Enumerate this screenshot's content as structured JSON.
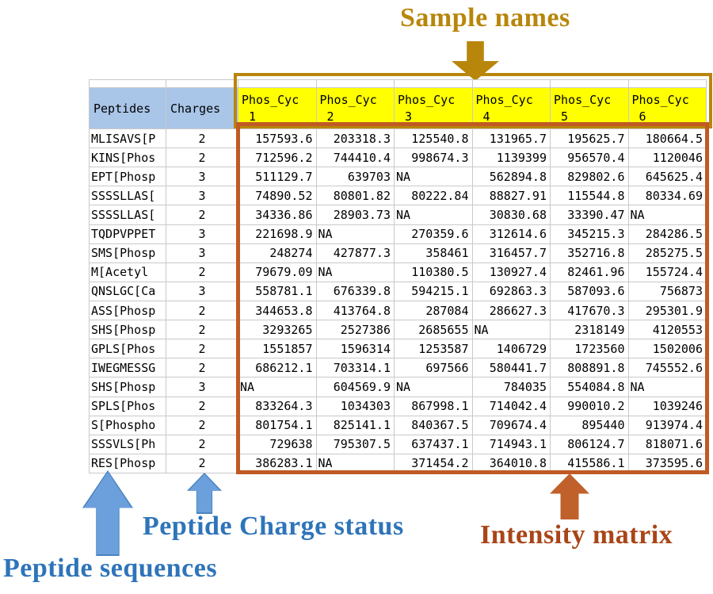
{
  "annotations": {
    "sample_names": {
      "label": "Sample names"
    },
    "peptide_charge_status": {
      "label": "Peptide Charge status"
    },
    "peptide_sequences": {
      "label": "Peptide sequences"
    },
    "intensity_matrix": {
      "label": "Intensity matrix"
    }
  },
  "colors": {
    "gold": "#B8860B",
    "blue_text": "#2E74B9",
    "blue_arrow_fill": "#6CA0DC",
    "blue_arrow_edge": "#4A84C0",
    "orange_box": "#C05A24",
    "orange_arrow": "#C0612B",
    "intensity_text": "#A94518",
    "sample_header_bg": "#FFFF00",
    "row_header_bg": "#A9C6E8",
    "grid_line": "#C9C9C9"
  },
  "table": {
    "row_header_columns": [
      "Peptides",
      "Charges"
    ],
    "sample_columns": [
      "Phos_Cyc\n_1",
      "Phos_Cyc\n_2",
      "Phos_Cyc\n_3",
      "Phos_Cyc\n_4",
      "Phos_Cyc\n_5",
      "Phos_Cyc\n_6"
    ],
    "rows": [
      {
        "peptide": "MLISAVS[P",
        "charge": "2",
        "values": [
          "157593.6",
          "203318.3",
          "125540.8",
          "131965.7",
          "195625.7",
          "180664.5"
        ]
      },
      {
        "peptide": "KINS[Phos",
        "charge": "2",
        "values": [
          "712596.2",
          "744410.4",
          "998674.3",
          "1139399",
          "956570.4",
          "1120046"
        ]
      },
      {
        "peptide": "EPT[Phosp",
        "charge": "3",
        "values": [
          "511129.7",
          "639703",
          "NA",
          "562894.8",
          "829802.6",
          "645625.4"
        ]
      },
      {
        "peptide": "SSSSLLAS[",
        "charge": "3",
        "values": [
          "74890.52",
          "80801.82",
          "80222.84",
          "88827.91",
          "115544.8",
          "80334.69"
        ]
      },
      {
        "peptide": "SSSSLLAS[",
        "charge": "2",
        "values": [
          "34336.86",
          "28903.73",
          "NA",
          "30830.68",
          "33390.47",
          "NA"
        ]
      },
      {
        "peptide": "TQDPVPPET",
        "charge": "3",
        "values": [
          "221698.9",
          "NA",
          "270359.6",
          "312614.6",
          "345215.3",
          "284286.5"
        ]
      },
      {
        "peptide": "SMS[Phosp",
        "charge": "3",
        "values": [
          "248274",
          "427877.3",
          "358461",
          "316457.7",
          "352716.8",
          "285275.5"
        ]
      },
      {
        "peptide": "M[Acetyl",
        "charge": "2",
        "values": [
          "79679.09",
          "NA",
          "110380.5",
          "130927.4",
          "82461.96",
          "155724.4"
        ]
      },
      {
        "peptide": "QNSLGC[Ca",
        "charge": "3",
        "values": [
          "558781.1",
          "676339.8",
          "594215.1",
          "692863.3",
          "587093.6",
          "756873"
        ]
      },
      {
        "peptide": "ASS[Phosp",
        "charge": "2",
        "values": [
          "344653.8",
          "413764.8",
          "287084",
          "286627.3",
          "417670.3",
          "295301.9"
        ]
      },
      {
        "peptide": "SHS[Phosp",
        "charge": "2",
        "values": [
          "3293265",
          "2527386",
          "2685655",
          "NA",
          "2318149",
          "4120553"
        ]
      },
      {
        "peptide": "GPLS[Phos",
        "charge": "2",
        "values": [
          "1551857",
          "1596314",
          "1253587",
          "1406729",
          "1723560",
          "1502006"
        ]
      },
      {
        "peptide": "IWEGMESSG",
        "charge": "2",
        "values": [
          "686212.1",
          "703314.1",
          "697566",
          "580441.7",
          "808891.8",
          "745552.6"
        ]
      },
      {
        "peptide": "SHS[Phosp",
        "charge": "3",
        "values": [
          "NA",
          "604569.9",
          "NA",
          "784035",
          "554084.8",
          "NA"
        ]
      },
      {
        "peptide": "SPLS[Phos",
        "charge": "2",
        "values": [
          "833264.3",
          "1034303",
          "867998.1",
          "714042.4",
          "990010.2",
          "1039246"
        ]
      },
      {
        "peptide": "S[Phospho",
        "charge": "2",
        "values": [
          "801754.1",
          "825141.1",
          "840367.5",
          "709674.4",
          "895440",
          "913974.4"
        ]
      },
      {
        "peptide": "SSSVLS[Ph",
        "charge": "2",
        "values": [
          "729638",
          "795307.5",
          "637437.1",
          "714943.1",
          "806124.7",
          "818071.6"
        ]
      },
      {
        "peptide": "RES[Phosp",
        "charge": "2",
        "values": [
          "386283.1",
          "NA",
          "371454.2",
          "364010.8",
          "415586.1",
          "373595.6"
        ]
      }
    ]
  }
}
